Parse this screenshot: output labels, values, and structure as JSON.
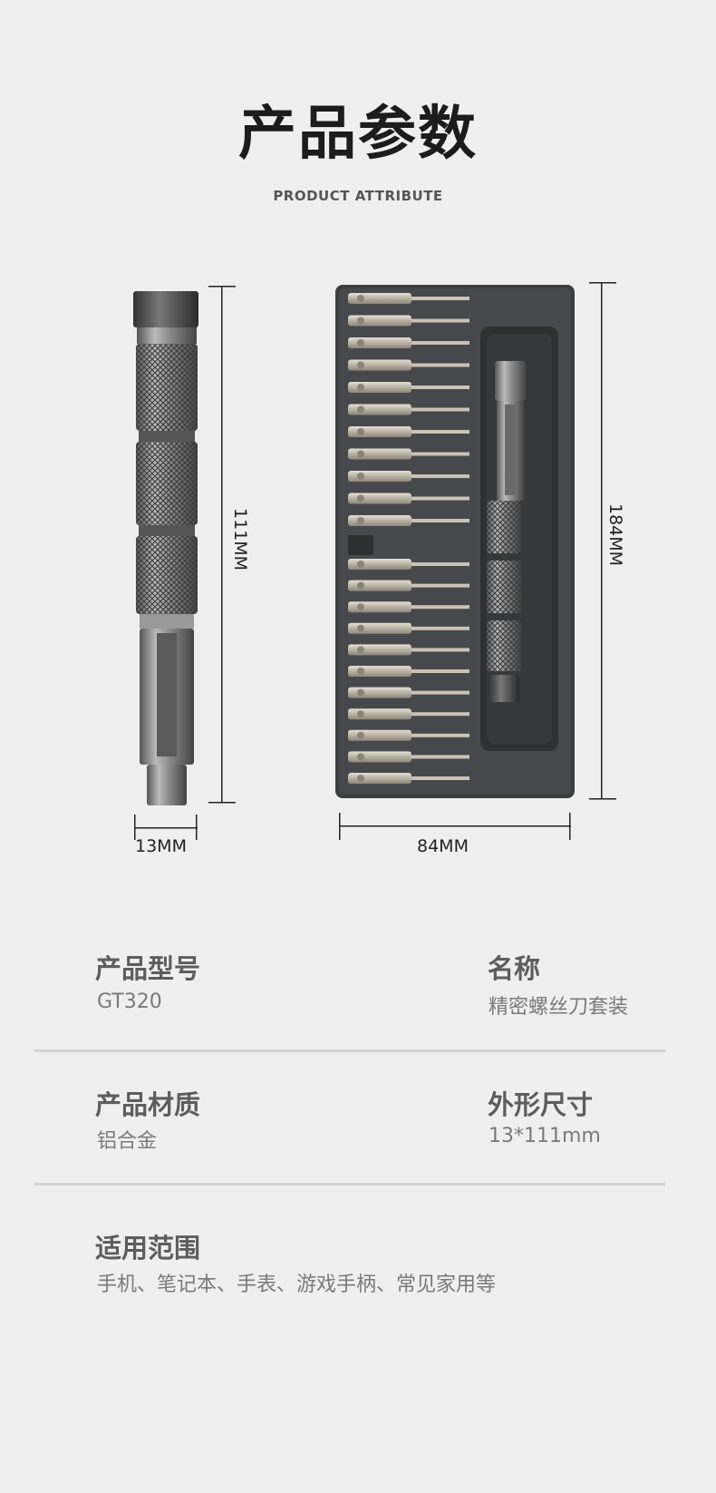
{
  "header": {
    "title": "产品参数",
    "subtitle": "PRODUCT ATTRIBUTE"
  },
  "dimensions": {
    "handle_length": "111MM",
    "handle_width": "13MM",
    "case_height": "184MM",
    "case_width": "84MM"
  },
  "specs": [
    {
      "label": "产品型号",
      "value": "GT320"
    },
    {
      "label": "名称",
      "value": "精密螺丝刀套装"
    },
    {
      "label": "产品材质",
      "value": "铝合金"
    },
    {
      "label": "外形尺寸",
      "value": "13*111mm"
    },
    {
      "label": "适用范围",
      "value": "手机、笔记本、手表、游戏手柄、常见家用等"
    }
  ]
}
